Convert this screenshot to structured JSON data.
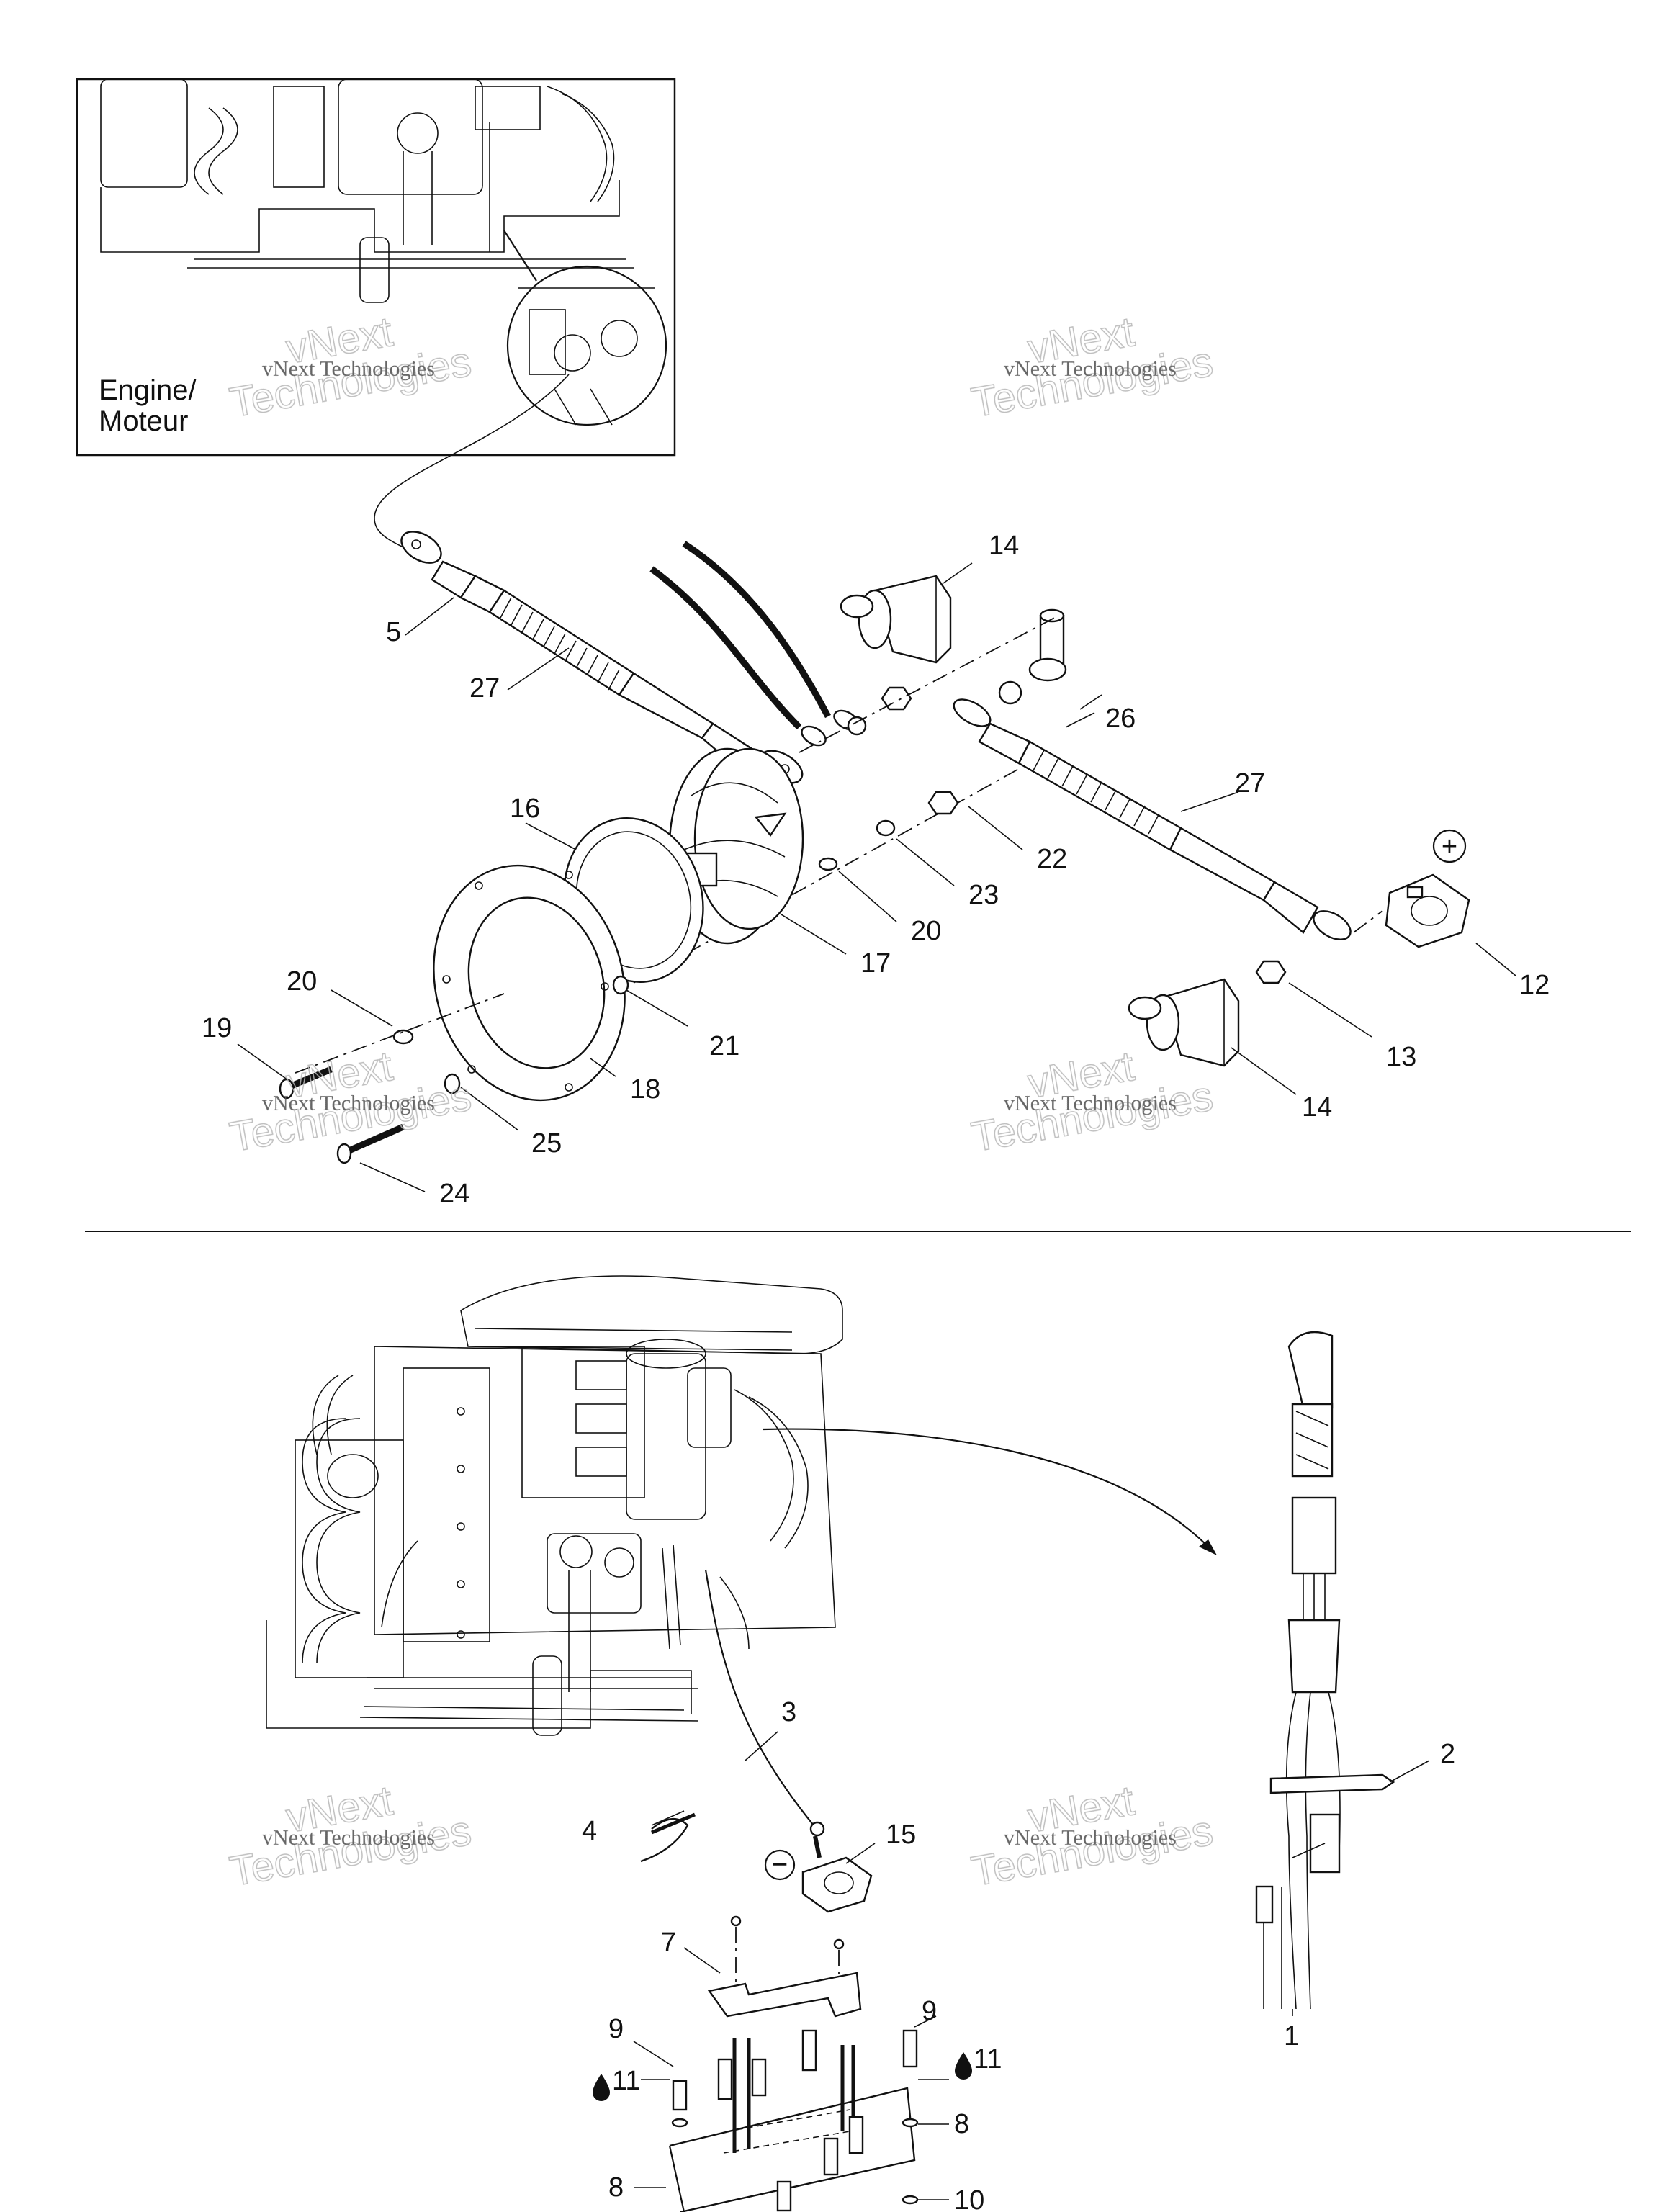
{
  "diagram": {
    "inset_label_line1": "Engine/",
    "inset_label_line2": "Moteur",
    "watermark_line1": "vNext Technologies",
    "watermark_line2": "vNext",
    "watermark_line3": "Technologies",
    "positive_symbol": "+",
    "negative_symbol": "−",
    "oil_icon": "oil-drop-icon",
    "callouts_top": {
      "c5": "5",
      "c27a": "27",
      "c14a": "14",
      "c26": "26",
      "c16": "16",
      "c27b": "27",
      "c22": "22",
      "c23": "23",
      "c20a": "20",
      "c17": "17",
      "c20b": "20",
      "c19": "19",
      "c21": "21",
      "c18": "18",
      "c25": "25",
      "c24": "24",
      "c12": "12",
      "c13": "13",
      "c14b": "14"
    },
    "callouts_bottom": {
      "c3": "3",
      "c4": "4",
      "c15": "15",
      "c2": "2",
      "c1": "1",
      "c7": "7",
      "c9a": "9",
      "c9b": "9",
      "c11a": "11",
      "c11b": "11",
      "c8a": "8",
      "c8b": "8",
      "c10": "10"
    }
  }
}
